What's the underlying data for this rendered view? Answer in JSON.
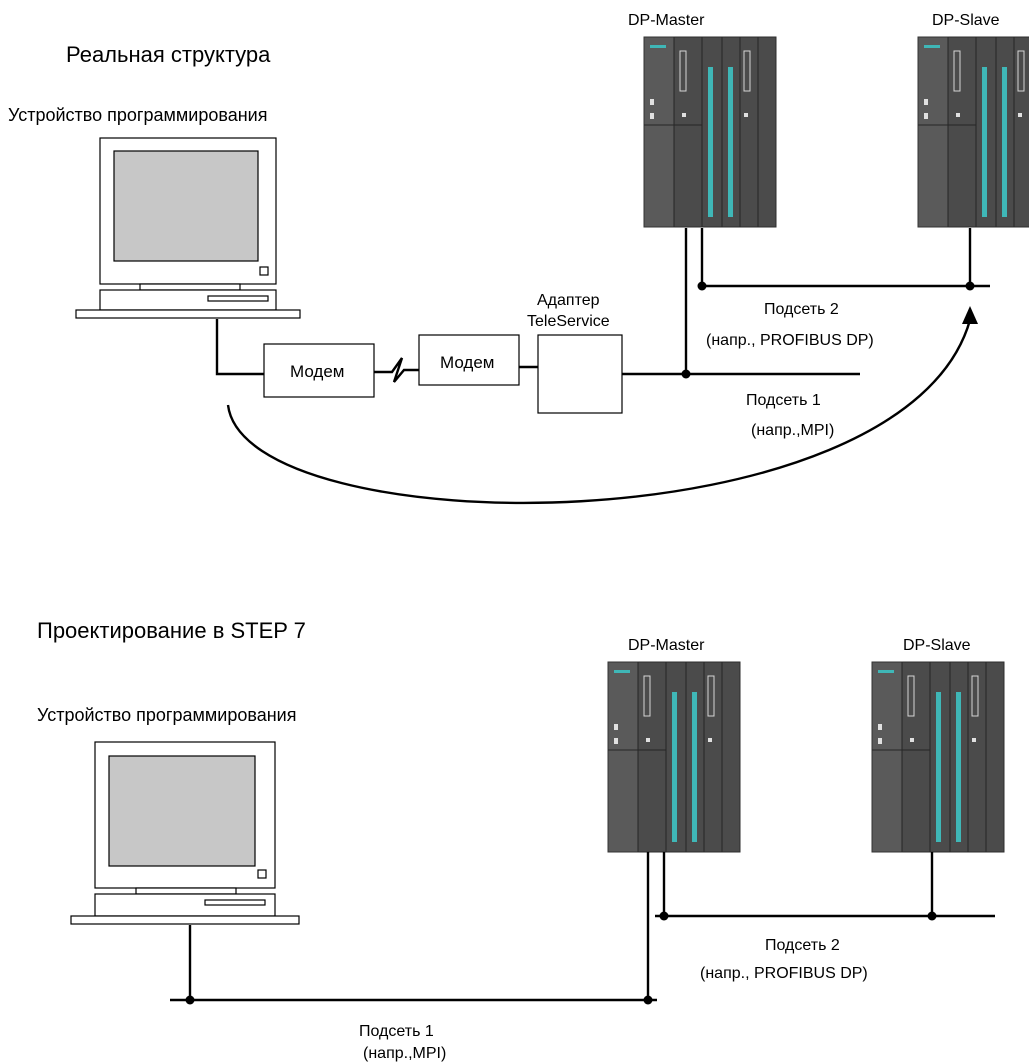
{
  "top": {
    "title": "Реальная структура",
    "pg_label": "Устройство программирования",
    "modem_left": "Модем",
    "modem_right": "Модем",
    "adapter_line1": "Адаптер",
    "adapter_line2": "TeleService",
    "master_label": "DP-Master",
    "slave_label": "DP-Slave",
    "subnet2_line1": "Подсеть 2",
    "subnet2_line2": "(напр., PROFIBUS DP)",
    "subnet1_line1": "Подсеть 1",
    "subnet1_line2": "(напр.,MPI)"
  },
  "bottom": {
    "title": "Проектирование в STEP 7",
    "pg_label": "Устройство программирования",
    "master_label": "DP-Master",
    "slave_label": "DP-Slave",
    "subnet2_line1": "Подсеть 2",
    "subnet2_line2": "(напр., PROFIBUS DP)",
    "subnet1_line1": "Подсеть 1",
    "subnet1_line2": "(напр.,MPI)"
  },
  "colors": {
    "plc_body": "#4b4b4b",
    "plc_led": "#3fb7b7",
    "screen": "#c7c7c7"
  }
}
